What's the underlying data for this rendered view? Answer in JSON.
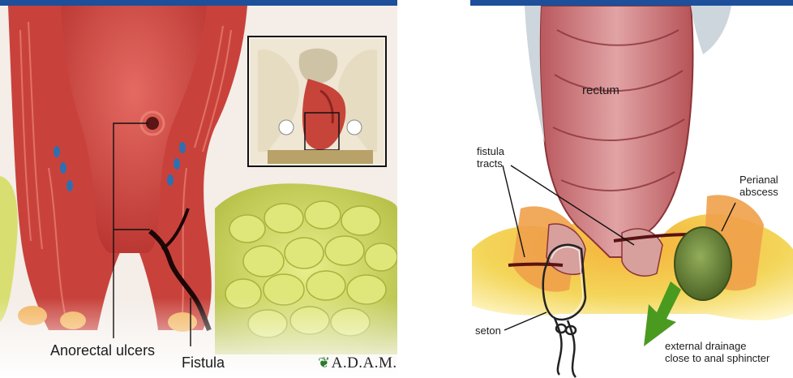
{
  "left_illustration": {
    "labels": {
      "anorectal_ulcers": "Anorectal ulcers",
      "fistula": "Fistula"
    },
    "logo_text": "A.D.A.M."
  },
  "right_illustration": {
    "labels": {
      "rectum": "rectum",
      "fistula_tracts_line1": "fistula",
      "fistula_tracts_line2": "tracts",
      "perianal_abscess_line1": "Perianal",
      "perianal_abscess_line2": "abscess",
      "seton": "seton",
      "external_drainage_line1": "external drainage",
      "external_drainage_line2": "close to anal sphincter"
    }
  },
  "colors": {
    "brand_bar": "#1d4f9a",
    "tissue_red": "#c8423b",
    "rectum_pink": "#d98a8e",
    "fat_yellow": "#d8dc63",
    "abscess_green": "#6f8a3a",
    "arrow_green": "#4a9a1f"
  }
}
